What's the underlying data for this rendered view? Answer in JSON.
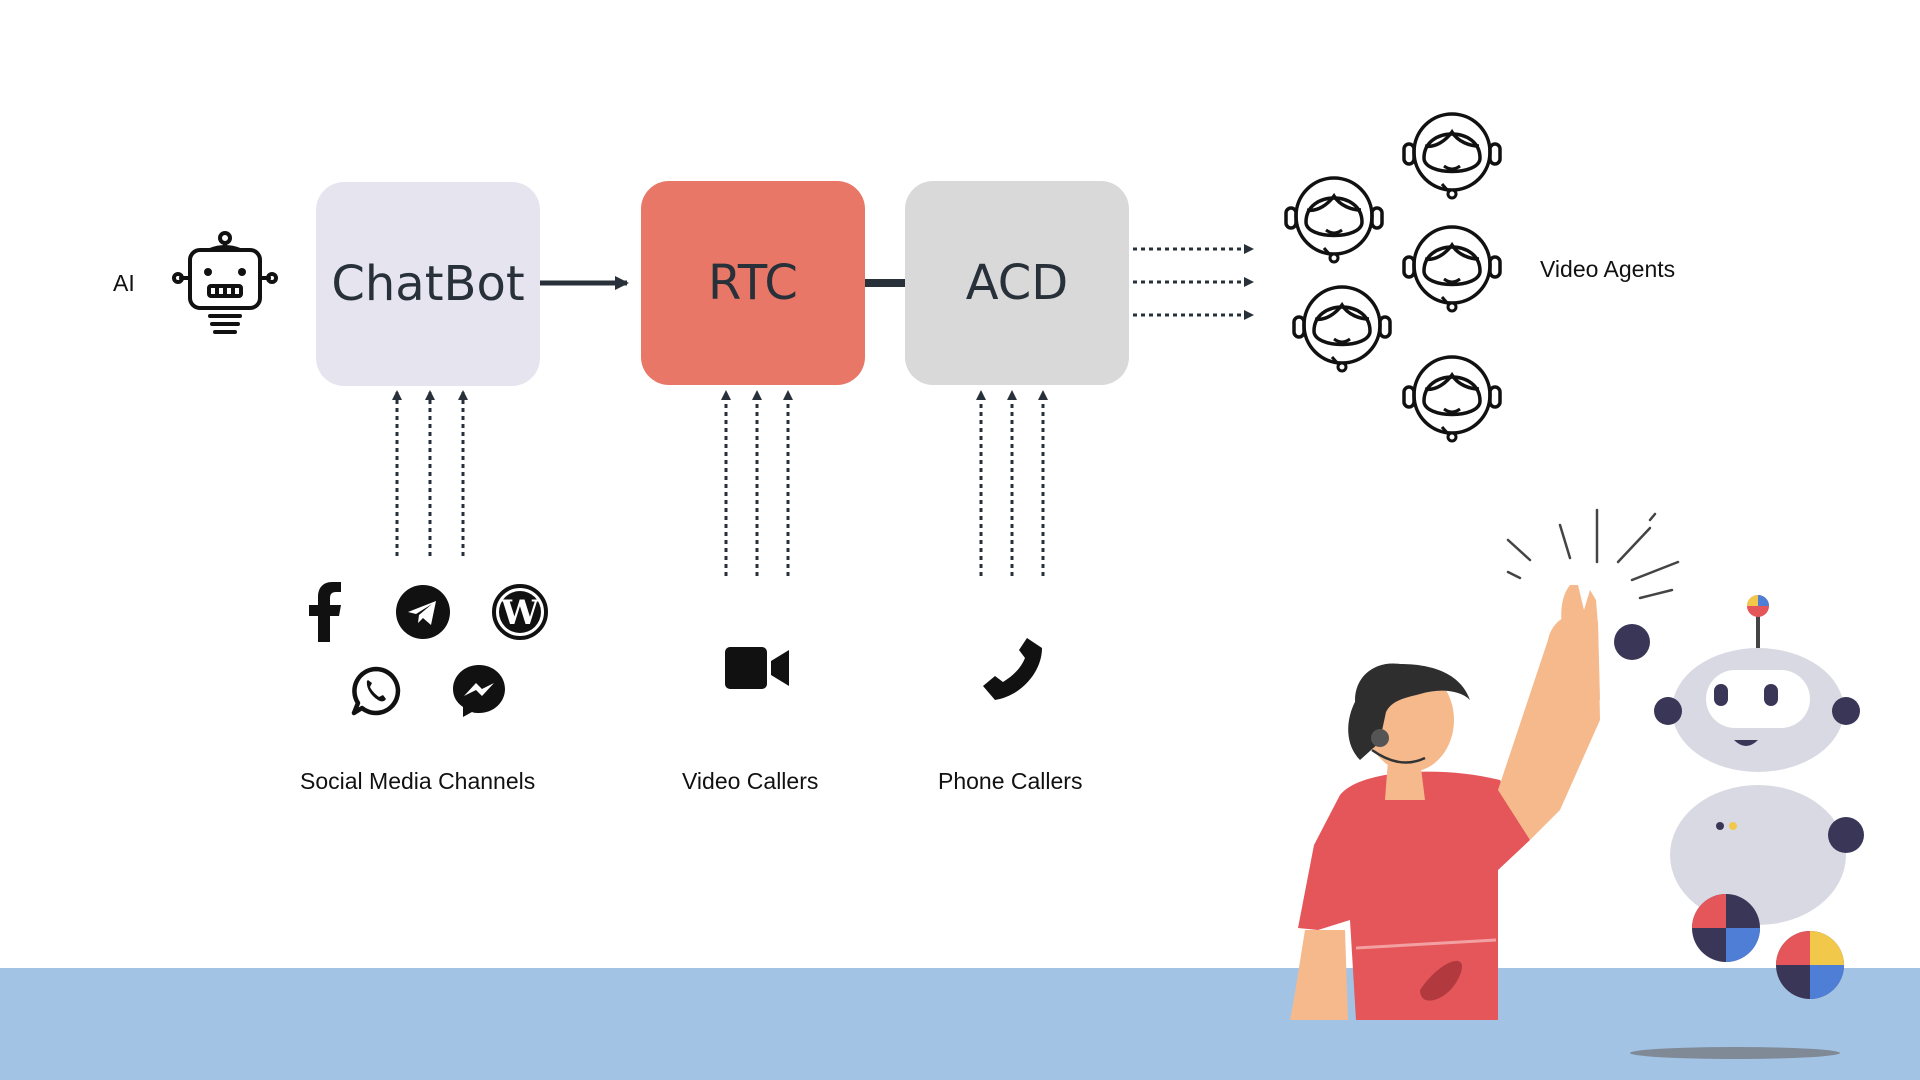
{
  "ai_label": "AI",
  "nodes": {
    "chatbot": "ChatBot",
    "rtc": "RTC",
    "acd": "ACD"
  },
  "labels": {
    "social_media": "Social Media Channels",
    "video_callers": "Video Callers",
    "phone_callers": "Phone Callers",
    "video_agents": "Video Agents"
  },
  "icons": {
    "robot": "robot-icon",
    "social": [
      "facebook-icon",
      "telegram-icon",
      "wordpress-icon",
      "whatsapp-icon",
      "messenger-icon"
    ],
    "video": "video-camera-icon",
    "phone": "phone-handset-icon",
    "agents": "headset-agent-icon"
  },
  "colors": {
    "rtc": "#e97767",
    "chatbot": "#e6e5ef",
    "acd": "#d9d9d9",
    "arrow": "#283039",
    "floor": "#a3c3e5",
    "shirt": "#e4565a"
  }
}
